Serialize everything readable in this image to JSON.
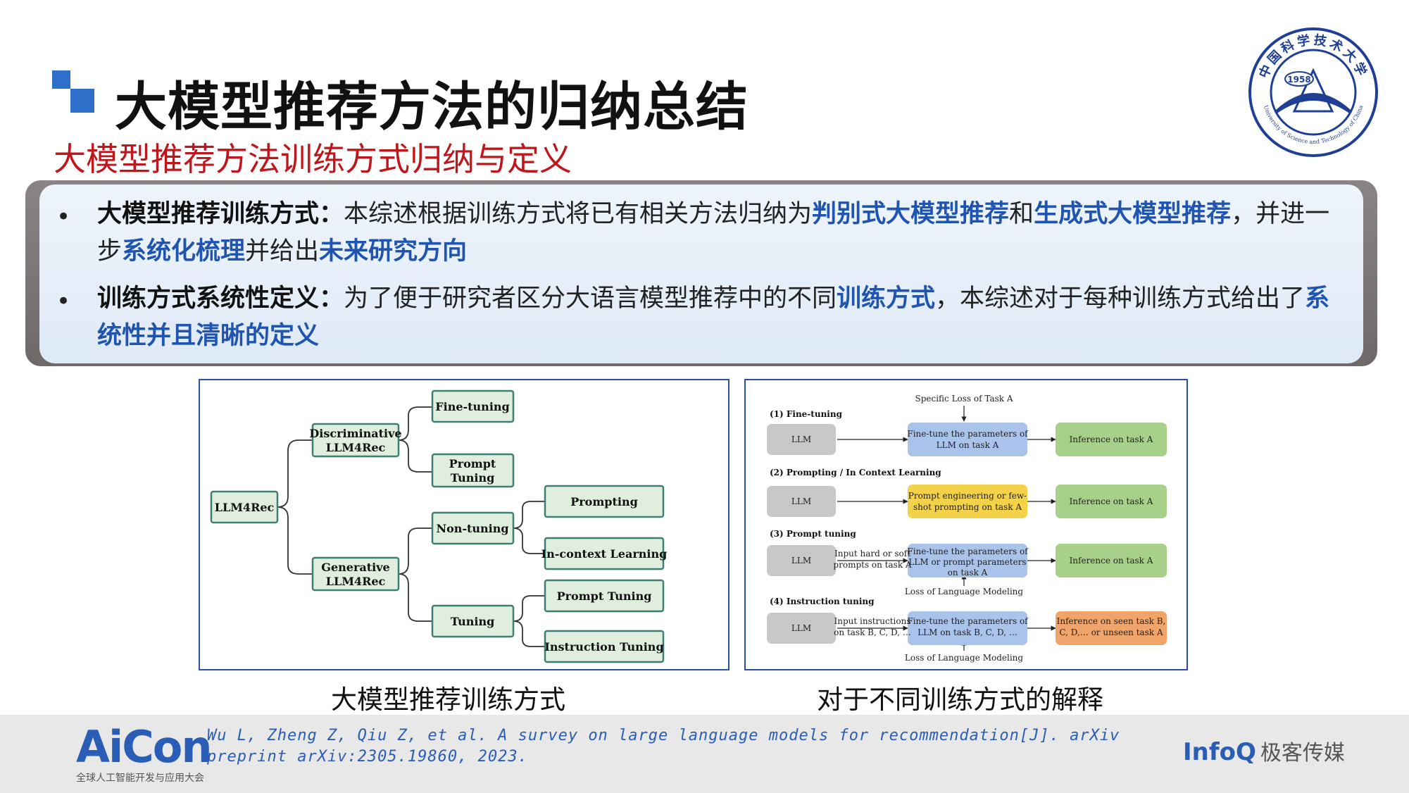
{
  "slide": {
    "title": "大模型推荐方法的归纳总结",
    "subtitle": "大模型推荐方法训练方式归纳与定义",
    "logo": {
      "year": "1958",
      "ring_text": "中国科学技术大学",
      "ring_text_en": "University of Science and Technology of China"
    }
  },
  "summary": {
    "bullet_glyph": "•",
    "items": [
      {
        "label": "大模型推荐训练方式：",
        "text1": "本综述根据训练方式将已有相关方法归纳为",
        "hl1": "判别式大模型推荐",
        "text2": "和",
        "hl2": "生成式大模型推荐",
        "text3": "，并进一步",
        "hl3": "系统化梳理",
        "text4": "并给出",
        "hl4": "未来研究方向"
      },
      {
        "label": "训练方式系统性定义：",
        "text1": "为了便于研究者区分大语言模型推荐中的不同",
        "hl1": "训练方式",
        "text2": "，本综述对于每种训练方式给出了",
        "hl2": "系统性并且清晰的定义"
      }
    ]
  },
  "figure_left": {
    "caption": "大模型推荐训练方式",
    "root": "LLM4Rec",
    "disc": [
      "Discriminative",
      "LLM4Rec"
    ],
    "gen": [
      "Generative",
      "LLM4Rec"
    ],
    "fine_tuning": "Fine-tuning",
    "prompt_tuning_split": [
      "Prompt",
      "Tuning"
    ],
    "non_tuning": "Non-tuning",
    "tuning": "Tuning",
    "prompting": "Prompting",
    "in_context": "In-context Learning",
    "prompt_tuning": "Prompt Tuning",
    "instruction_tuning": "Instruction Tuning"
  },
  "figure_right": {
    "caption": "对于不同训练方式的解释",
    "llm": "LLM",
    "s1_title": "(1) Fine-tuning",
    "s1_top": "Specific Loss of Task A",
    "s1_mid": [
      "Fine-tune the parameters of",
      "LLM on task A"
    ],
    "s1_right": "Inference on task A",
    "s2_title": "(2) Prompting / In Context Learning",
    "s2_mid": [
      "Prompt engineering or few-",
      "shot prompting on task A"
    ],
    "s2_right": "Inference on task A",
    "s3_title": "(3) Prompt tuning",
    "s3_arrow": [
      "Input hard or soft",
      "prompts on task A"
    ],
    "s3_mid": [
      "Fine-tune the parameters of",
      "LLM or prompt parameters",
      "on task A"
    ],
    "s3_right": "Inference on task A",
    "s3_bottom": "Loss of Language Modeling",
    "s4_title": "(4) Instruction tuning",
    "s4_arrow": [
      "Input instructions",
      "on task B, C, D, …"
    ],
    "s4_mid": [
      "Fine-tune the parameters of",
      "LLM on task B, C, D, …"
    ],
    "s4_right": [
      "Inference on seen task B,",
      "C, D,… or unseen task A"
    ],
    "s4_bottom": "Loss of Language Modeling"
  },
  "footer": {
    "brand": "AiCon",
    "brand_sub": "全球人工智能开发与应用大会",
    "reference": "Wu L, Zheng Z, Qiu Z, et al. A survey on large language models for recommendation[J]. arXiv preprint arXiv:2305.19860, 2023.",
    "infoq": "InfoQ",
    "infoq_cn": "极客传媒"
  },
  "colors": {
    "accent_blue": "#2e6fc9",
    "highlight_blue": "#1f55b0",
    "subtitle_red": "#c0151b",
    "node_green": "#dfeedd",
    "node_border": "#3f7f72",
    "box_gray": "#c8c8c8",
    "box_blue": "#a9c3ea",
    "box_yellow": "#f3d24a",
    "box_green": "#a7d08a",
    "box_orange": "#f0a46a"
  }
}
